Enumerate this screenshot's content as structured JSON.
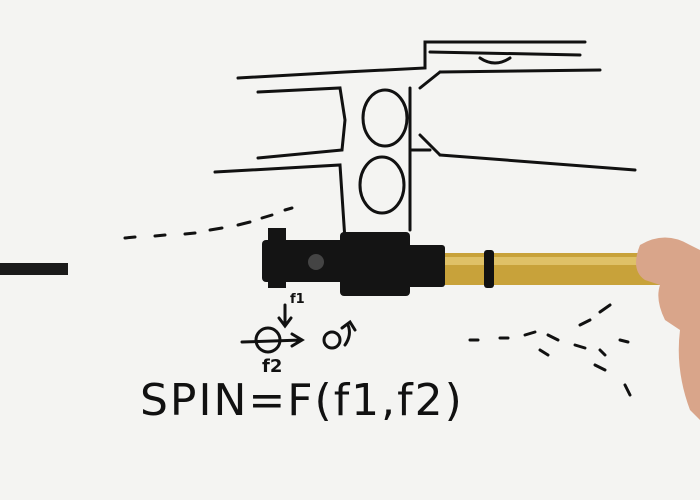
{
  "whiteboard": {
    "formula": "SPIN=F(f1,f2)",
    "label_f1": "f1",
    "label_f2": "f2"
  },
  "colors": {
    "board": "#f4f4f2",
    "ink": "#111111",
    "barrel": "#c8a23a",
    "hopup": "#141414",
    "skin": "#d9a58a"
  }
}
